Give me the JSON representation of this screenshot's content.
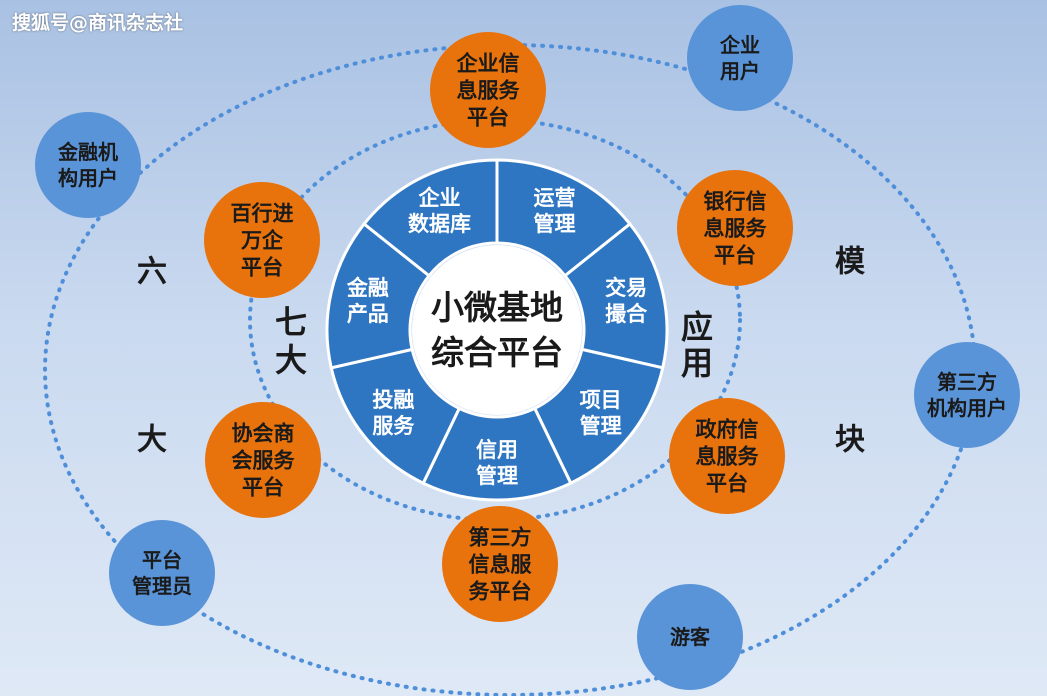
{
  "watermark": "搜狐号@商讯杂志社",
  "colors": {
    "segment_blue": "#2f76c2",
    "orange": "#e8720c",
    "user_blue": "#5a94d8",
    "dotted": "#4f8fda"
  },
  "center": {
    "lines": [
      "小微基地",
      "综合平台"
    ]
  },
  "segments": [
    {
      "lines": [
        "企业",
        "数据库"
      ]
    },
    {
      "lines": [
        "运营",
        "管理"
      ]
    },
    {
      "lines": [
        "交易",
        "撮合"
      ]
    },
    {
      "lines": [
        "项目",
        "管理"
      ]
    },
    {
      "lines": [
        "信用",
        "管理"
      ]
    },
    {
      "lines": [
        "投融",
        "服务"
      ]
    },
    {
      "lines": [
        "金融",
        "产品"
      ]
    }
  ],
  "platforms": [
    {
      "lines": [
        "企业信",
        "息服务",
        "平台"
      ]
    },
    {
      "lines": [
        "银行信",
        "息服务",
        "平台"
      ]
    },
    {
      "lines": [
        "政府信",
        "息服务",
        "平台"
      ]
    },
    {
      "lines": [
        "第三方",
        "信息服",
        "务平台"
      ]
    },
    {
      "lines": [
        "协会商",
        "会服务",
        "平台"
      ]
    },
    {
      "lines": [
        "百行进",
        "万企",
        "平台"
      ]
    }
  ],
  "users": [
    {
      "lines": [
        "企业",
        "用户"
      ]
    },
    {
      "lines": [
        "第三方",
        "机构用户"
      ]
    },
    {
      "lines": [
        "游客"
      ]
    },
    {
      "lines": [
        "平台",
        "管理员"
      ]
    },
    {
      "lines": [
        "金融机",
        "构用户"
      ]
    }
  ],
  "labels": {
    "qi_da": [
      "七",
      "大"
    ],
    "ying_yong": [
      "应",
      "用"
    ],
    "liu_da": [
      "六",
      "大"
    ],
    "mo_kuai": [
      "模",
      "块"
    ]
  }
}
